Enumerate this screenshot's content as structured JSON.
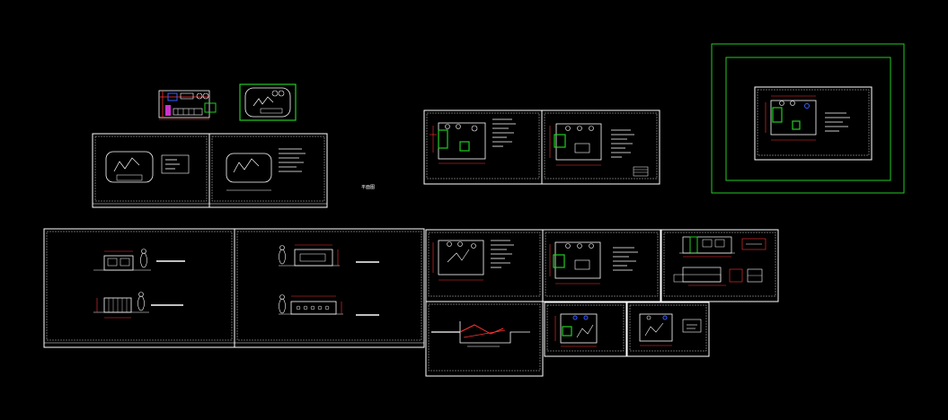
{
  "canvas": {
    "background": "#000000"
  },
  "colors": {
    "sheet_border": "#ffffff",
    "green": "#22cc22",
    "red": "#ff3333",
    "blue": "#3a5cff",
    "magenta": "#cc33cc",
    "gray": "#bbbbbb"
  },
  "floating_label": {
    "text": "平面图"
  },
  "sheets": [
    {
      "id": "plan-small-colored",
      "kind": "plan-colored"
    },
    {
      "id": "plan-small-framed",
      "kind": "plan-framed"
    },
    {
      "id": "sheet-a1",
      "kind": "outline-sheet"
    },
    {
      "id": "sheet-a2",
      "kind": "outline-sheet"
    },
    {
      "id": "sheet-b1",
      "kind": "plan-sheet"
    },
    {
      "id": "sheet-b2",
      "kind": "plan-sheet"
    },
    {
      "id": "sheet-c1",
      "kind": "elevation-sheet"
    },
    {
      "id": "sheet-c2",
      "kind": "elevation-sheet"
    },
    {
      "id": "sheet-d1",
      "kind": "plan-sheet"
    },
    {
      "id": "sheet-d2",
      "kind": "plan-sheet"
    },
    {
      "id": "sheet-d3",
      "kind": "section-sheet"
    },
    {
      "id": "sheet-e1",
      "kind": "detail-sheet"
    },
    {
      "id": "sheet-e2",
      "kind": "plan-sheet"
    },
    {
      "id": "sheet-e3",
      "kind": "plan-sheet"
    },
    {
      "id": "sheet-green",
      "kind": "framed-plan"
    }
  ]
}
